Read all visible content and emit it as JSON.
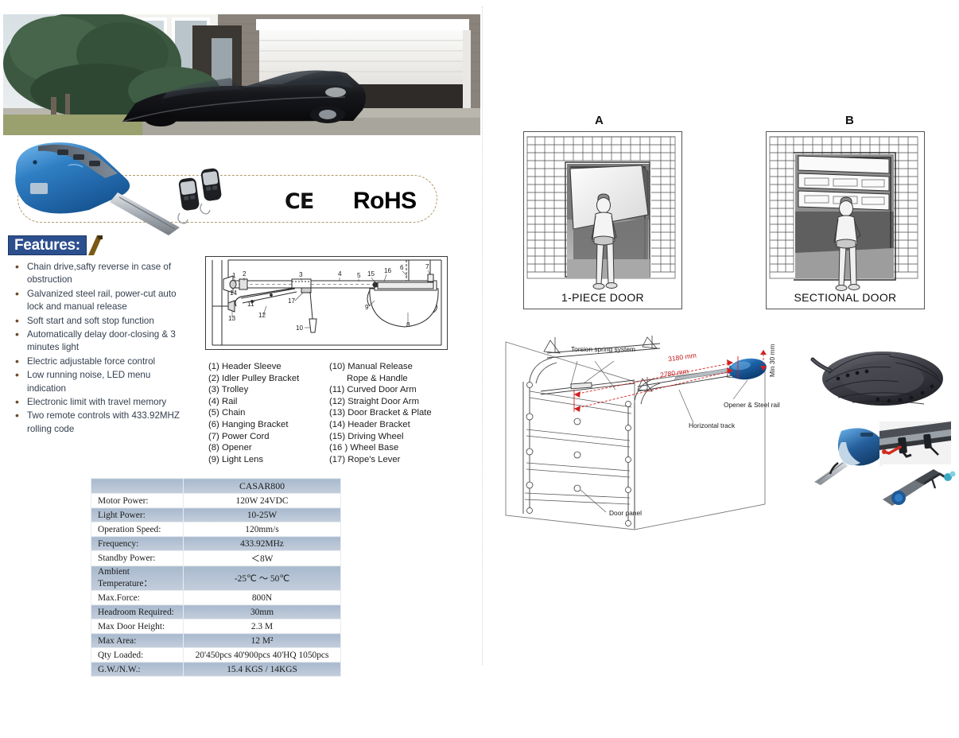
{
  "banner": {
    "alt": "house-driveway-with-black-car-and-white-garage-door"
  },
  "hero": {
    "opener_alt": "blue-garage-door-opener-with-steel-rail",
    "remotes_alt": "two-remote-controls",
    "ce_label": "CE",
    "rohs_label": "RoHS"
  },
  "features": {
    "heading": "Features:",
    "items": [
      "Chain drive,safty reverse in case of obstruction",
      "Galvanized steel rail, power-cut auto lock and manual release",
      "Soft start and soft stop function",
      "Automatically delay door-closing & 3 minutes light",
      "Electric adjustable force control",
      "Low running noise, LED menu indication",
      "Electronic limit with travel memory",
      "Two remote controls with 433.92MHZ rolling code"
    ]
  },
  "diagram": {
    "alt": "garage-door-opener-installation-line-drawing",
    "callouts": [
      "1",
      "2",
      "3",
      "4",
      "5",
      "6",
      "7",
      "8",
      "9",
      "10",
      "11",
      "12",
      "13",
      "14",
      "15",
      "16",
      "17"
    ]
  },
  "legend": {
    "left": [
      "(1) Header Sleeve",
      "(2) Idler Pulley Bracket",
      "(3) Trolley",
      "(4) Rail",
      "(5) Chain",
      "(6) Hanging Bracket",
      "(7) Power Cord",
      "(8) Opener",
      "(9) Light Lens"
    ],
    "right": [
      "(10) Manual Release",
      "Rope & Handle",
      "(11) Curved Door Arm",
      "(12) Straight Door Arm",
      "(13) Door Bracket & Plate",
      "(14) Header Bracket",
      "(15) Driving Wheel",
      "(16 ) Wheel Base",
      "(17) Rope's Lever"
    ]
  },
  "spec_table": {
    "header": {
      "key": "",
      "value": "CASAR800"
    },
    "rows": [
      {
        "key": "Motor Power:",
        "value": "120W 24VDC"
      },
      {
        "key": "Light Power:",
        "value": "10-25W"
      },
      {
        "key": "Operation Speed:",
        "value": "120mm/s"
      },
      {
        "key": "Frequency:",
        "value": "433.92MHz"
      },
      {
        "key": "Standby Power:",
        "value": "＜8W"
      },
      {
        "key": "Ambient Temperature：",
        "value": "-25℃ ～ 50℃"
      },
      {
        "key": "Max.Force:",
        "value": "800N"
      },
      {
        "key": "Headroom Required:",
        "value": "30mm"
      },
      {
        "key": "Max Door Height:",
        "value": "2.3 M"
      },
      {
        "key": "Max Area:",
        "value": "12 M²"
      },
      {
        "key": "Qty Loaded:",
        "value": "20'450pcs   40'900pcs   40'HQ 1050pcs"
      },
      {
        "key": "G.W./N.W.:",
        "value": "15.4 KGS / 14KGS"
      }
    ]
  },
  "door_types": [
    {
      "letter": "A",
      "caption": "1-PIECE DOOR",
      "alt": "one-piece-up-and-over-garage-door-sketch"
    },
    {
      "letter": "B",
      "caption": "SECTIONAL DOOR",
      "alt": "sectional-garage-door-sketch"
    }
  ],
  "install_diagram": {
    "alt": "sectional-door-torsion-spring-installation-dimensions",
    "labels": {
      "torsion_spring": "Torsion spring system",
      "dim_upper": "3180 mm",
      "dim_lower": "2780 mm",
      "min_headroom": "Min 30 mm",
      "opener_rail": "Opener & Steel rail",
      "horizontal_track": "Horizontal track",
      "door_panel": "Door panel"
    }
  },
  "accessories": [
    {
      "alt": "coiled-steel-drive-chain-photo"
    },
    {
      "alt": "blue-opener-with-rail-photo"
    },
    {
      "alt": "rail-trolley-with-red-release-handle-photo"
    },
    {
      "alt": "door-arm-bracket-hardware-photo"
    }
  ],
  "colors": {
    "badge_blue": "#2c4f8e",
    "table_shade": "#a9bace",
    "opener_blue": "#2a6fb5",
    "dim_red": "#c01a1a",
    "bullet_brown": "#6a4a2a"
  }
}
